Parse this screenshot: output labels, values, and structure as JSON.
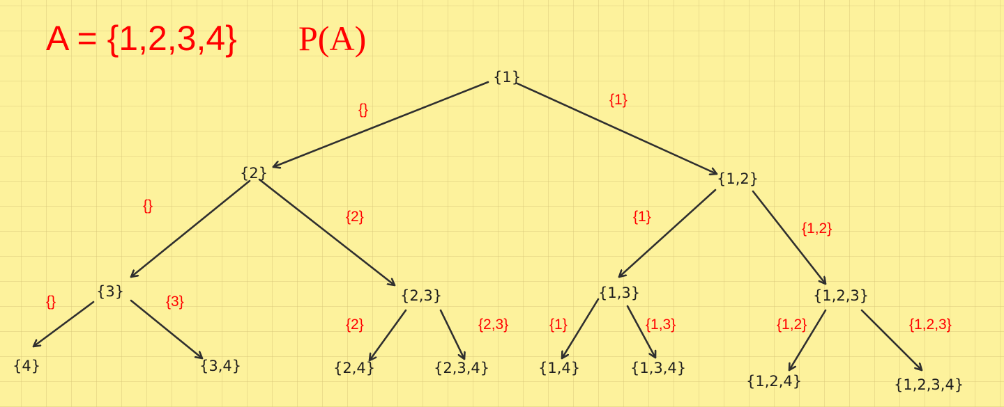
{
  "title": {
    "set_definition": "A = {1,2,3,4}",
    "power_set": "P(A)"
  },
  "nodes": [
    {
      "id": "n1",
      "label": "{1}"
    },
    {
      "id": "n2",
      "label": "{2}"
    },
    {
      "id": "n12",
      "label": "{1,2}"
    },
    {
      "id": "n3",
      "label": "{3}"
    },
    {
      "id": "n23",
      "label": "{2,3}"
    },
    {
      "id": "n13",
      "label": "{1,3}"
    },
    {
      "id": "n123",
      "label": "{1,2,3}"
    },
    {
      "id": "n4",
      "label": "{4}"
    },
    {
      "id": "n34",
      "label": "{3,4}"
    },
    {
      "id": "n24",
      "label": "{2,4}"
    },
    {
      "id": "n234",
      "label": "{2,3,4}"
    },
    {
      "id": "n14",
      "label": "{1,4}"
    },
    {
      "id": "n134",
      "label": "{1,3,4}"
    },
    {
      "id": "n124",
      "label": "{1,2,4}"
    },
    {
      "id": "n1234",
      "label": "{1,2,3,4}"
    }
  ],
  "edges": [
    {
      "from": "n1",
      "to": "n2",
      "label": "{}"
    },
    {
      "from": "n1",
      "to": "n12",
      "label": "{1}"
    },
    {
      "from": "n2",
      "to": "n3",
      "label": "{}"
    },
    {
      "from": "n2",
      "to": "n23",
      "label": "{2}"
    },
    {
      "from": "n12",
      "to": "n13",
      "label": "{1}"
    },
    {
      "from": "n12",
      "to": "n123",
      "label": "{1,2}"
    },
    {
      "from": "n3",
      "to": "n4",
      "label": "{}"
    },
    {
      "from": "n3",
      "to": "n34",
      "label": "{3}"
    },
    {
      "from": "n23",
      "to": "n24",
      "label": "{2}"
    },
    {
      "from": "n23",
      "to": "n234",
      "label": "{2,3}"
    },
    {
      "from": "n13",
      "to": "n14",
      "label": "{1}"
    },
    {
      "from": "n13",
      "to": "n134",
      "label": "{1,3}"
    },
    {
      "from": "n123",
      "to": "n124",
      "label": "{1,2}"
    },
    {
      "from": "n123",
      "to": "n1234",
      "label": "{1,2,3}"
    }
  ],
  "colors": {
    "background": "#fdf29c",
    "title": "#ff0000",
    "edge_label": "#ff0000",
    "node_text": "#1e1e1e",
    "arrow": "#2f2f2f"
  }
}
